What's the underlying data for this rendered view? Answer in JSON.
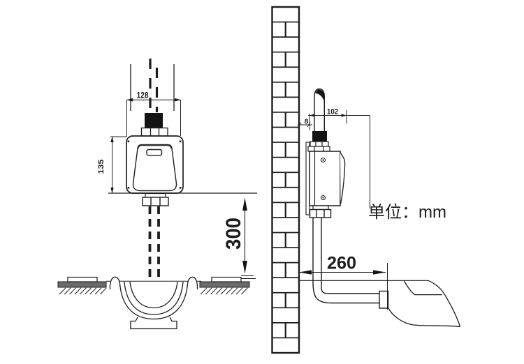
{
  "unit_note": "单位：mm",
  "dimensions_mm": {
    "valve_width": "128",
    "valve_height": "135",
    "drop_to_pan": "300",
    "valve_depth": "102",
    "wall_gap": "8",
    "outlet_from_wall": "260"
  },
  "colors": {
    "line": "#1c1c1c",
    "floor_fill": "#6b6b6b",
    "solid_fill": "#141414",
    "background": "#ffffff"
  }
}
